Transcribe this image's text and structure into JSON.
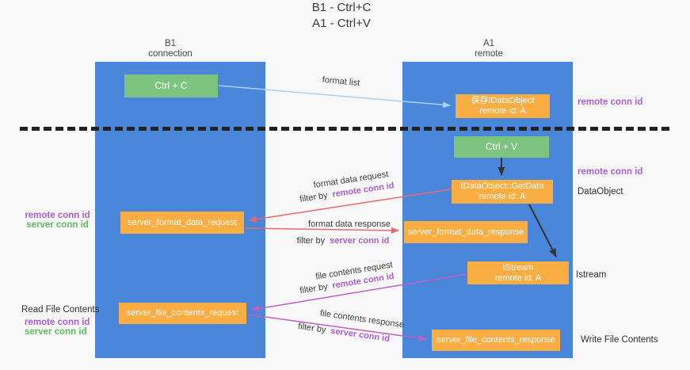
{
  "title": {
    "line1": "B1 - Ctrl+C",
    "line2": "A1 - Ctrl+V"
  },
  "columns": {
    "left": {
      "name": "B1",
      "subtitle": "connection"
    },
    "right": {
      "name": "A1",
      "subtitle": "remote"
    }
  },
  "nodes": {
    "ctrl_c": {
      "label": "Ctrl + C"
    },
    "ctrl_v": {
      "label": "Ctrl + V"
    },
    "save_dataobject": {
      "line1": "保存IDataObject",
      "line2": "remote id: A"
    },
    "getdata": {
      "line1": "IDataObject::GetData",
      "line2": "remote id: A"
    },
    "istream": {
      "line1": "IStream",
      "line2": "remote id: A"
    },
    "server_format_data_request": {
      "label": "server_format_data_request"
    },
    "server_format_data_response": {
      "label": "server_format_data_response"
    },
    "server_file_contents_request": {
      "label": "server_file_contents_request"
    },
    "server_file_contents_response": {
      "label": "server_file_contents_response"
    }
  },
  "arrow_labels": {
    "format_list": "format list",
    "format_data_request": "format data request",
    "format_data_response": "format data response",
    "file_contents_request": "file contents request",
    "file_contents_response": "file contents response",
    "filter_prefix": "filter by",
    "remote_conn_id": "remote conn id",
    "server_conn_id": "server conn id"
  },
  "side_labels": {
    "remote_conn_id_top_right": "remote conn id",
    "remote_conn_id_mid_right": "remote conn id",
    "dataobject": "DataObject",
    "istream": "Istream",
    "write_file_contents": "Write File Contents",
    "read_file_contents": "Read File Contents",
    "remote_conn_id_left": "remote conn id",
    "server_conn_id_left": "server conn id",
    "remote_conn_id_left2": "remote conn id",
    "server_conn_id_left2": "server conn id"
  },
  "colors": {
    "column_blue": "#4a86d9",
    "box_green": "#7cc47f",
    "box_orange": "#f9ad42",
    "arrow_lightblue": "#a8d2ef",
    "arrow_red": "#e9696f",
    "arrow_magenta": "#c45cc6",
    "arrow_black": "#333333",
    "label_purple": "#ab5fd1",
    "label_green": "#62b966",
    "ink": "#3d3d3d"
  }
}
